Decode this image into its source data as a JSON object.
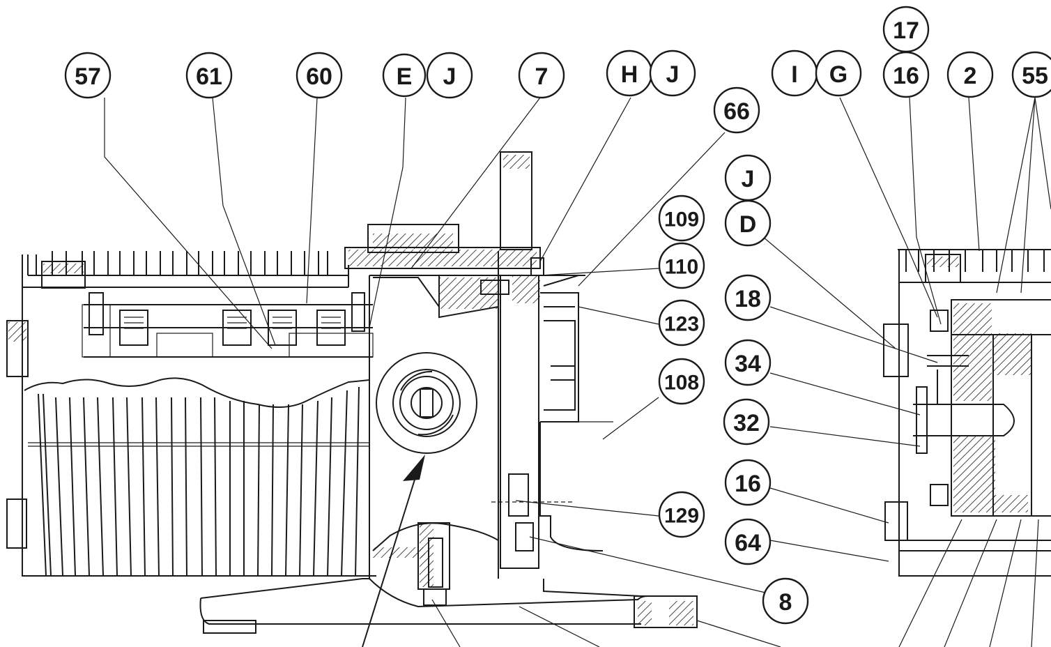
{
  "diagram": {
    "callouts": [
      {
        "id": "c57",
        "label": "57"
      },
      {
        "id": "c61",
        "label": "61"
      },
      {
        "id": "c60",
        "label": "60"
      },
      {
        "id": "cE",
        "label": "E"
      },
      {
        "id": "cJ1",
        "label": "J"
      },
      {
        "id": "c7",
        "label": "7"
      },
      {
        "id": "cH",
        "label": "H"
      },
      {
        "id": "cJ2",
        "label": "J"
      },
      {
        "id": "c66",
        "label": "66"
      },
      {
        "id": "cI",
        "label": "I"
      },
      {
        "id": "cG",
        "label": "G"
      },
      {
        "id": "c17",
        "label": "17"
      },
      {
        "id": "c16a",
        "label": "16"
      },
      {
        "id": "c2",
        "label": "2"
      },
      {
        "id": "c55",
        "label": "55"
      },
      {
        "id": "cJ3",
        "label": "J"
      },
      {
        "id": "cD",
        "label": "D"
      },
      {
        "id": "c109",
        "label": "109"
      },
      {
        "id": "c110",
        "label": "110"
      },
      {
        "id": "c123",
        "label": "123"
      },
      {
        "id": "c108",
        "label": "108"
      },
      {
        "id": "c18",
        "label": "18"
      },
      {
        "id": "c34",
        "label": "34"
      },
      {
        "id": "c32",
        "label": "32"
      },
      {
        "id": "c16b",
        "label": "16"
      },
      {
        "id": "c129",
        "label": "129"
      },
      {
        "id": "c64",
        "label": "64"
      },
      {
        "id": "c8",
        "label": "8"
      }
    ]
  }
}
